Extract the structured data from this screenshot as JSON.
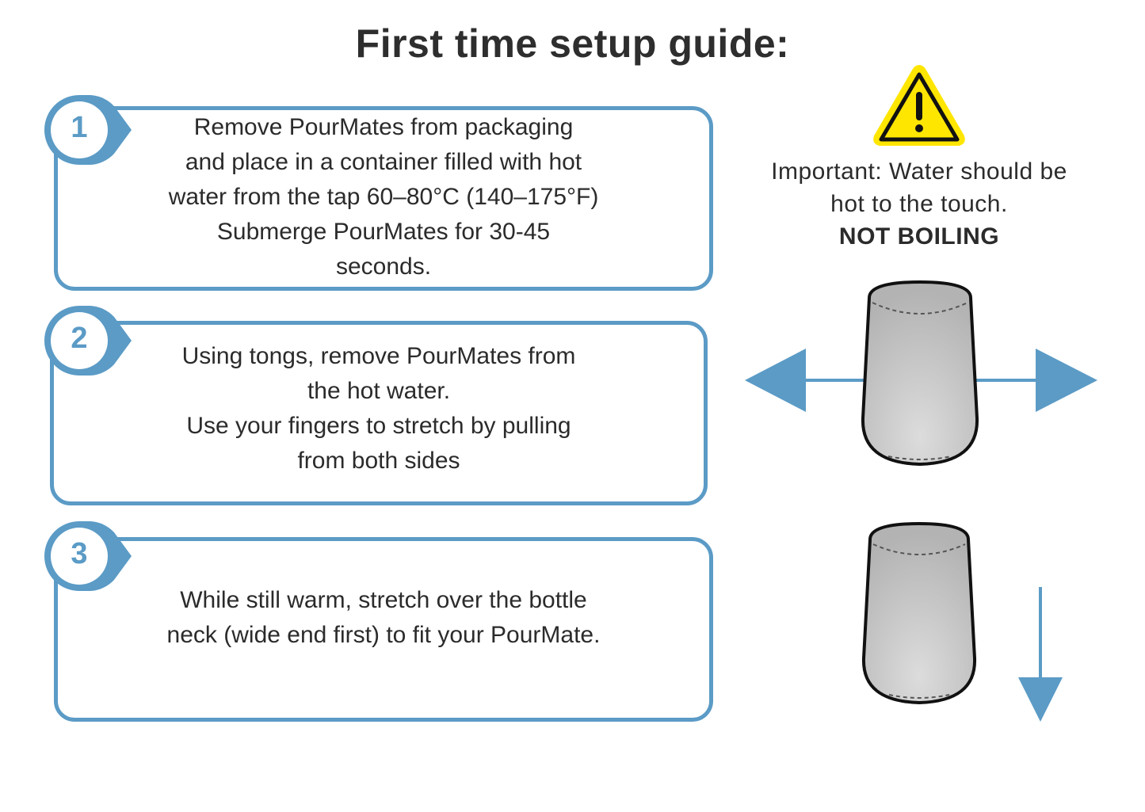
{
  "title": "First time setup guide:",
  "steps": [
    {
      "number": "1",
      "lines": [
        "Remove PourMates from packaging",
        "and place in a container filled with hot",
        "water from the tap 60–80°C (140–175°F)",
        "Submerge PourMates for 30-45",
        "seconds."
      ]
    },
    {
      "number": "2",
      "lines": [
        "Using tongs, remove PourMates from",
        "the hot water.",
        "Use your fingers to stretch by pulling",
        "from both sides"
      ]
    },
    {
      "number": "3",
      "lines": [
        "While still warm, stretch over the bottle",
        "neck (wide end first) to fit your PourMate."
      ]
    }
  ],
  "notice": {
    "line1": "Important: Water should be",
    "line2": "hot to the touch.",
    "emphasis": "NOT BOILING"
  },
  "colors": {
    "accent": "#5b9bc6",
    "warning_fill": "#ffe600",
    "text": "#2b2b2b"
  },
  "icons": {
    "warning": "warning-triangle-icon",
    "stretch": "stretch-arrows-icon",
    "down": "arrow-down-icon"
  }
}
